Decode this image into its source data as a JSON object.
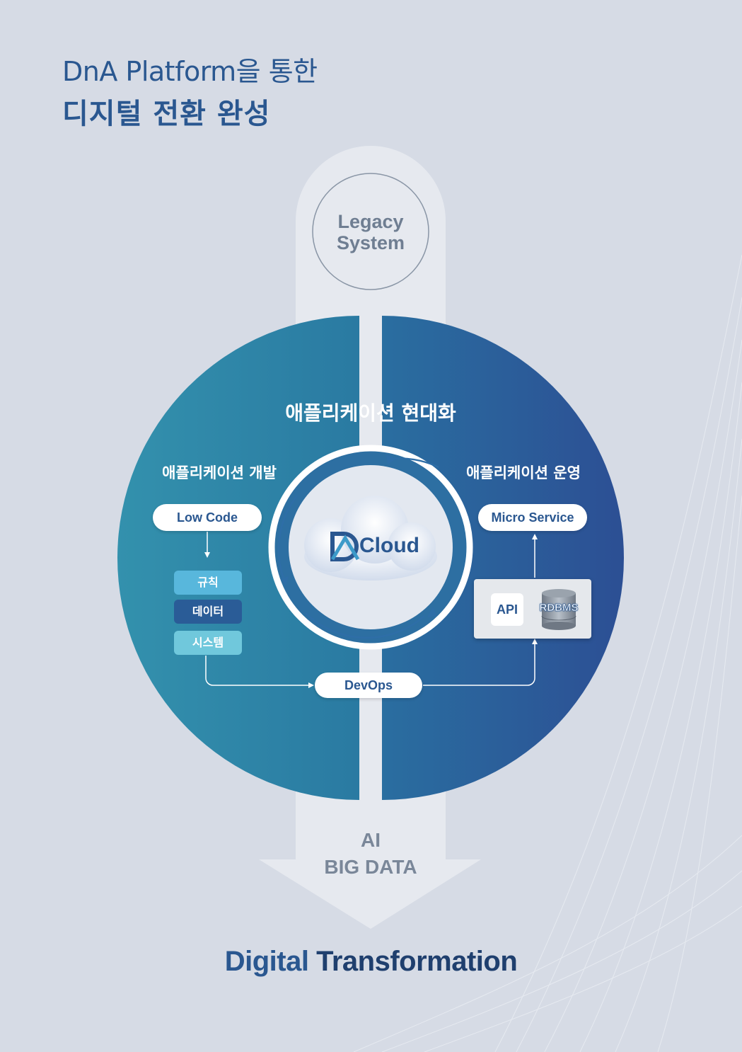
{
  "header": {
    "title_line1": "DnA Platform을 통한",
    "title_line2": "디지털 전환 완성"
  },
  "legacy": {
    "line1": "Legacy",
    "line2": "System"
  },
  "circle": {
    "title": "애플리케이션 현대화",
    "left_label": "애플리케이션 개발",
    "right_label": "애플리케이션 운영",
    "low_code": "Low Code",
    "micro_service": "Micro Service",
    "blocks": [
      "규칙",
      "데이터",
      "시스템"
    ],
    "devops": "DevOps",
    "api": "API",
    "rdbms": "RDBMS",
    "cloud_label": "Cloud",
    "logo_letters": "DA"
  },
  "arrow": {
    "line1": "AI",
    "line2": "BIG DATA"
  },
  "footer": {
    "digital": "Digital",
    "transformation": "Transformation"
  },
  "colors": {
    "background": "#d6dbe5",
    "brand_blue": "#2a5790",
    "circle_left": "#2e86a8",
    "circle_right": "#2c5a9a",
    "arrow": "#e6e9ef"
  }
}
